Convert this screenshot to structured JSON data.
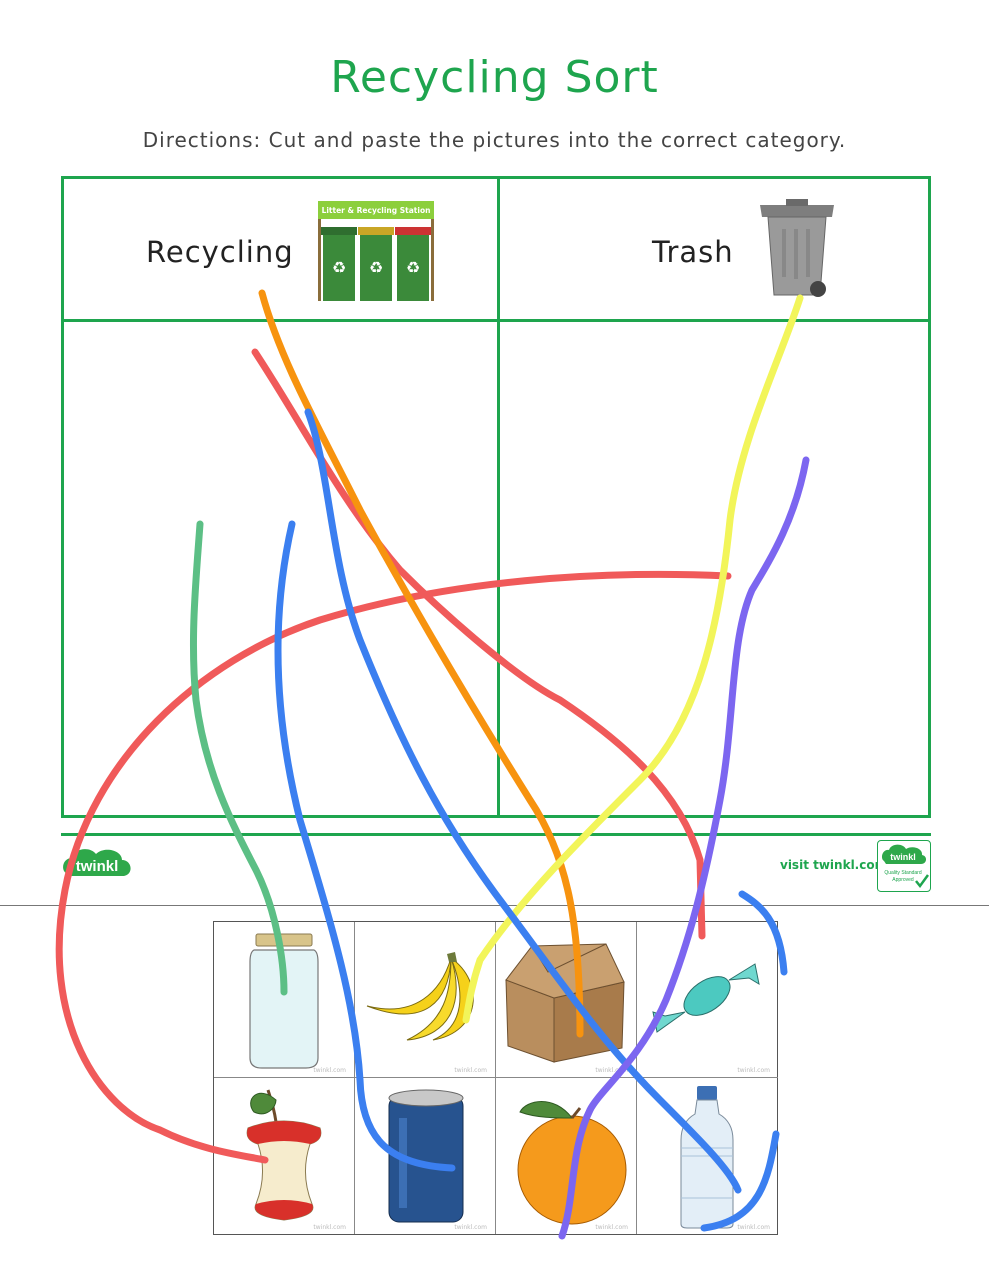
{
  "title": "Recycling Sort",
  "directions": "Directions: Cut and paste the pictures into the correct category.",
  "categories": [
    {
      "label": "Recycling",
      "icon": "recycling-bins-icon",
      "sign_text": "Litter & Recycling Station"
    },
    {
      "label": "Trash",
      "icon": "wheelie-bin-icon"
    }
  ],
  "footer": {
    "logo_text": "twinkl",
    "visit_text": "visit twinkl.com",
    "badge": {
      "logo_text": "twinkl",
      "line1": "Quality Standard",
      "line2": "Approved"
    }
  },
  "cut_cards": [
    {
      "item": "glass-jar",
      "watermark": "twinkl.com"
    },
    {
      "item": "bananas",
      "watermark": "twinkl.com"
    },
    {
      "item": "cardboard-box",
      "watermark": "twinkl.com"
    },
    {
      "item": "candy-wrapper",
      "watermark": "twinkl.com"
    },
    {
      "item": "apple-core",
      "watermark": "twinkl.com"
    },
    {
      "item": "soda-can",
      "watermark": "twinkl.com"
    },
    {
      "item": "orange",
      "watermark": "twinkl.com"
    },
    {
      "item": "plastic-bottle",
      "watermark": "twinkl.com"
    }
  ],
  "colors": {
    "accent": "#1ea54e",
    "red": "#f05a5a",
    "orange": "#f7930f",
    "yellow": "#f2f55a",
    "blue": "#3b7ff0",
    "green": "#5cbf85",
    "purple": "#7c66f0"
  }
}
